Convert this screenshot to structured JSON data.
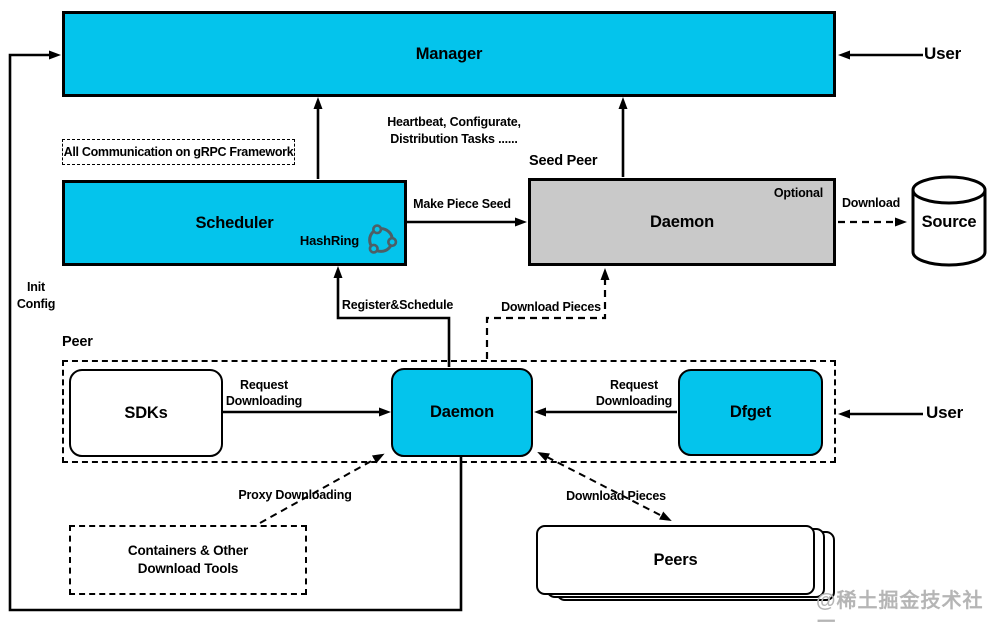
{
  "colors": {
    "accent": "#04c4ec",
    "gray_box": "#c9c9c9",
    "line": "#000000",
    "watermark_gray": "#b5b5b5",
    "hashring_icon": "#4d5f66"
  },
  "nodes": {
    "manager": {
      "label": "Manager"
    },
    "scheduler": {
      "label": "Scheduler",
      "badge": "HashRing"
    },
    "seed_daemon": {
      "label": "Daemon",
      "badge": "Optional"
    },
    "source": {
      "label": "Source"
    },
    "sdks": {
      "label": "SDKs"
    },
    "peer_daemon": {
      "label": "Daemon"
    },
    "dfget": {
      "label": "Dfget"
    },
    "containers": {
      "line1": "Containers & Other",
      "line2": "Download Tools"
    },
    "peers": {
      "label": "Peers"
    }
  },
  "sections": {
    "seed_peer": "Seed Peer",
    "peer": "Peer"
  },
  "actors": {
    "user_top": "User",
    "user_bottom": "User"
  },
  "notes": {
    "grpc": "All Communication on gRPC Framework",
    "init_config_line1": "Init",
    "init_config_line2": "Config",
    "watermark": "@稀土掘金技术社区"
  },
  "edges": {
    "heartbeat_line1": "Heartbeat, Configurate,",
    "heartbeat_line2": "Distribution Tasks ......",
    "make_piece_seed": "Make Piece Seed",
    "download": "Download",
    "register_schedule": "Register&Schedule",
    "download_pieces_upper": "Download Pieces",
    "request_downloading_left_line1": "Request",
    "request_downloading_left_line2": "Downloading",
    "request_downloading_right_line1": "Request",
    "request_downloading_right_line2": "Downloading",
    "proxy_downloading": "Proxy Downloading",
    "download_pieces_lower": "Download Pieces"
  }
}
